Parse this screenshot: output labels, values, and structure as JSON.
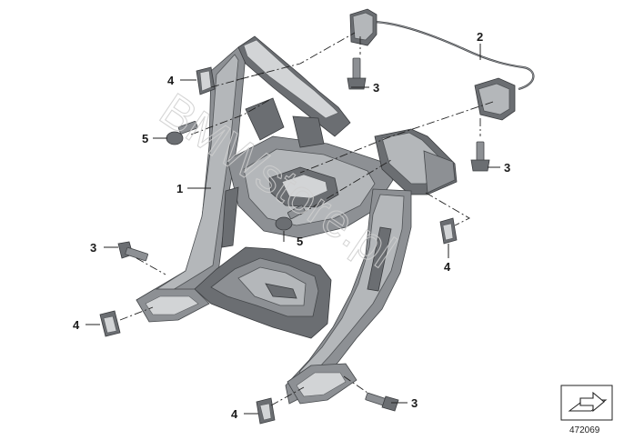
{
  "diagram": {
    "callouts": {
      "c1": "1",
      "c2": "2",
      "c3a": "3",
      "c3b": "3",
      "c3c": "3",
      "c3d": "3",
      "c4a": "4",
      "c4b": "4",
      "c4c": "4",
      "c4d": "4",
      "c5a": "5",
      "c5b": "5"
    },
    "watermark": "BMWstore.pl",
    "document_number": "472069",
    "icon": "arrow-on-surface-icon"
  }
}
